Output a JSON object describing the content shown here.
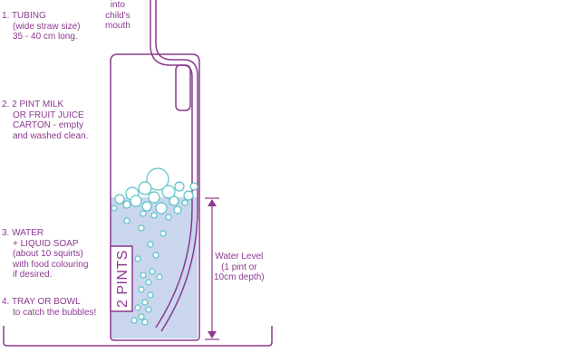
{
  "colors": {
    "outline": "#8b3a8f",
    "water": "#c9d6ee",
    "bubble": "#5ac2c4"
  },
  "labels": {
    "tubing": {
      "lines": [
        "1. TUBING",
        "(wide straw size)",
        "35 - 40 cm long."
      ]
    },
    "carton": {
      "lines": [
        "2. 2 PINT MILK",
        "OR FRUIT JUICE",
        "CARTON - empty",
        "and washed clean."
      ]
    },
    "water": {
      "lines": [
        "3. WATER",
        "+ LIQUID SOAP",
        "(about 10 squirts)",
        "with food colouring",
        "if desired."
      ]
    },
    "tray": {
      "lines": [
        "4. TRAY OR BOWL",
        "to catch the bubbles!"
      ]
    },
    "into_mouth": {
      "lines": [
        "into",
        "child's",
        "mouth"
      ]
    },
    "water_level": {
      "lines": [
        "Water Level",
        "(1 pint or",
        "10cm depth)"
      ]
    },
    "pints_mark": "2 PINTS"
  }
}
